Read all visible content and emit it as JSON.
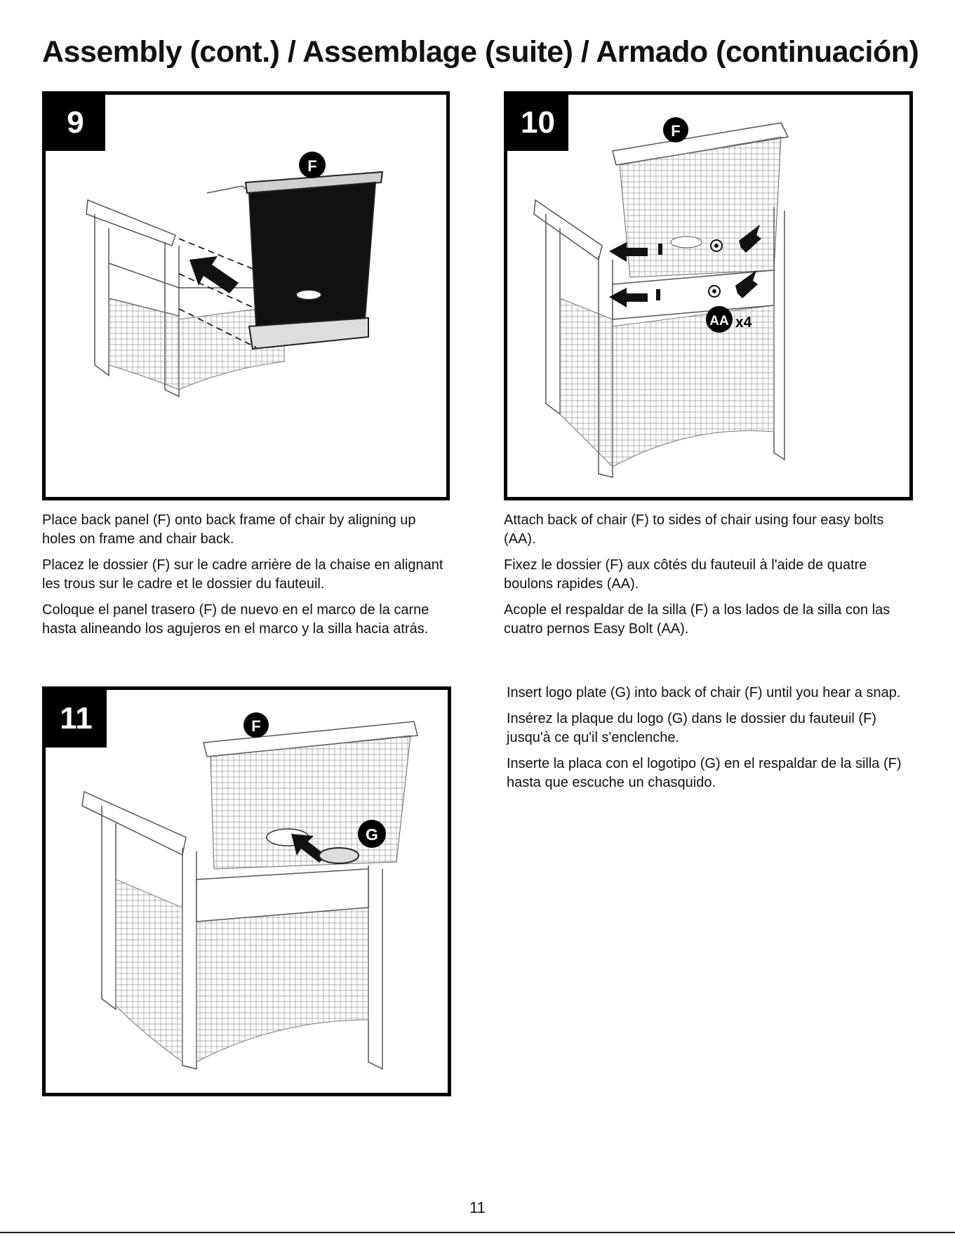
{
  "page_title": "Assembly (cont.) / Assemblage (suite) / Armado (continuación)",
  "steps": [
    {
      "number": "9",
      "callouts": [
        "F"
      ],
      "text": [
        "Place back panel (F) onto back frame of chair by aligning up holes on frame and chair back.",
        "Placez le dossier (F) sur le cadre arrière de la chaise en alignant les trous sur le cadre et le dossier du fauteuil.",
        "Coloque el panel trasero (F) de nuevo en el marco de la carne hasta alineando los agujeros en el marco y la silla hacia atrás."
      ]
    },
    {
      "number": "10",
      "callouts": [
        "F",
        "AA"
      ],
      "quantity": "x4",
      "text": [
        "Attach back of chair (F) to sides of chair using four easy bolts (AA).",
        "Fixez le dossier (F) aux côtés du fauteuil à l'aide de quatre boulons rapides (AA).",
        "Acople el respaldar de la silla (F) a los lados de la silla con las cuatro pernos Easy Bolt (AA)."
      ]
    },
    {
      "number": "11",
      "callouts": [
        "F",
        "G"
      ],
      "text": [
        "Insert logo plate (G) into back of chair (F) until you hear a snap.",
        "Insérez la plaque du logo (G) dans le dossier du fauteuil (F) jusqu'à ce qu'il s'enclenche.",
        "Inserte la placa con el logotipo (G) en el respaldar de la silla (F) hasta que escuche un chasquido."
      ]
    }
  ],
  "page_number": "11"
}
